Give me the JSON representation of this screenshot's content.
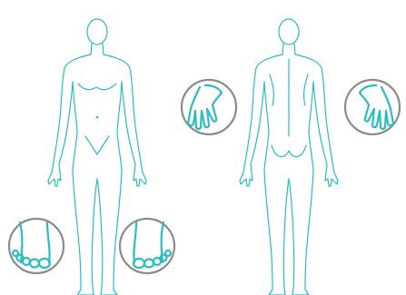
{
  "colors": {
    "body_outline": "#2bbcc4",
    "inset_circle_border": "#8c8c8c",
    "background": "#ffffff"
  },
  "views": [
    {
      "name": "front-view",
      "icon": "front-body-outline"
    },
    {
      "name": "back-view",
      "icon": "back-body-outline"
    }
  ],
  "insets": [
    {
      "name": "right-foot-inset",
      "icon": "foot-toes-icon"
    },
    {
      "name": "left-foot-inset",
      "icon": "foot-toes-icon"
    },
    {
      "name": "left-hand-inset",
      "icon": "hand-palm-icon"
    },
    {
      "name": "right-hand-inset",
      "icon": "hand-palm-icon"
    }
  ]
}
